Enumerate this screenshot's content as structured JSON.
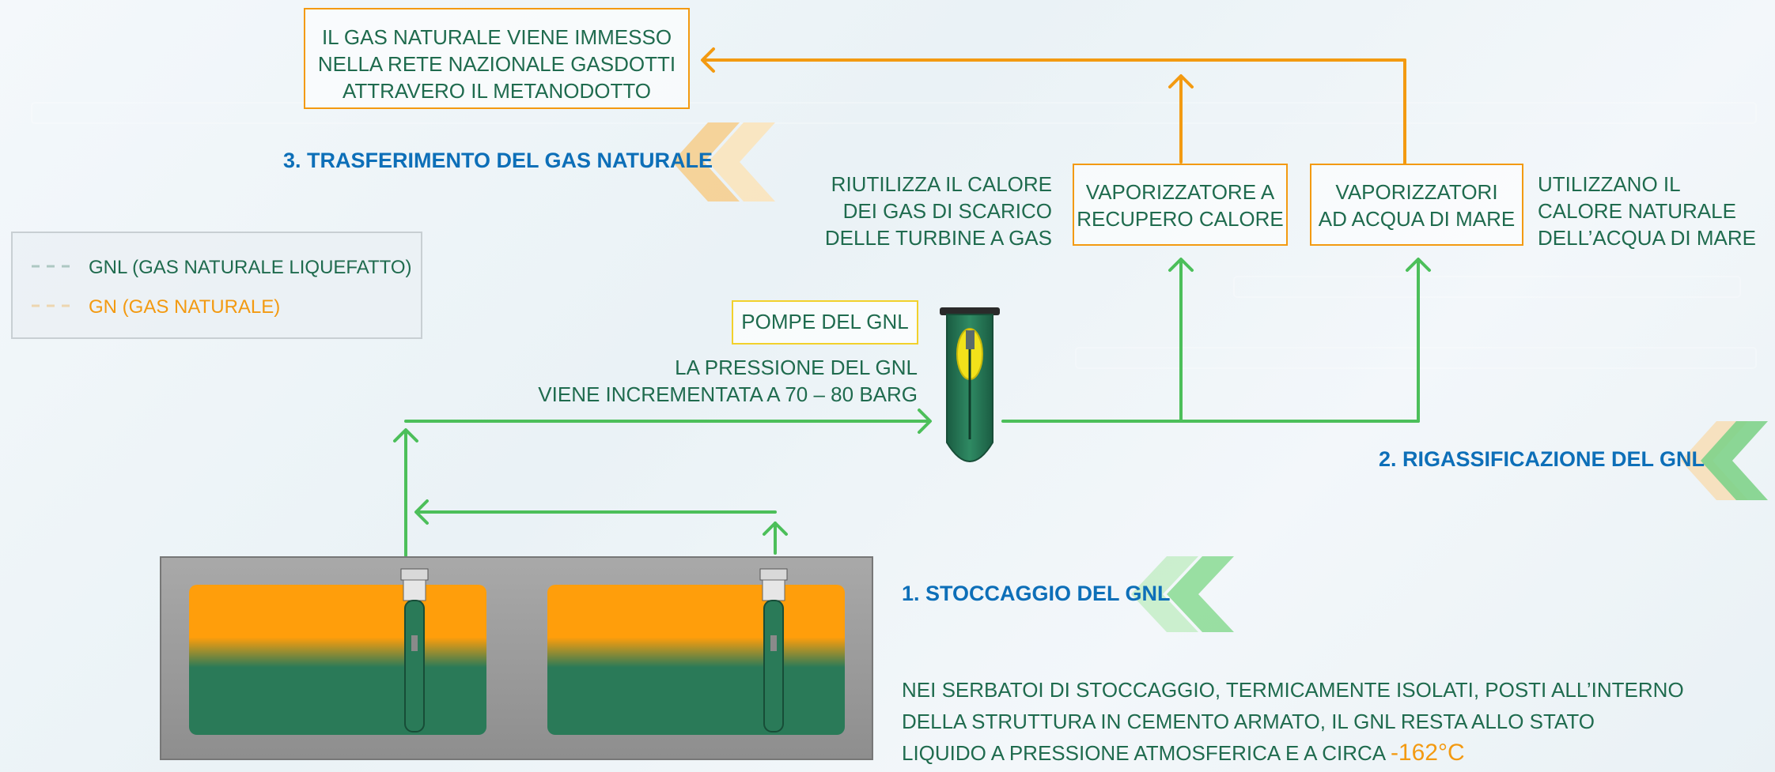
{
  "legend": {
    "gnl_label": "GNL (GAS NATURALE LIQUEFATTO)",
    "gn_label": "GN (GAS NATURALE)"
  },
  "steps": {
    "step1": "1. STOCCAGGIO DEL GNL",
    "step2": "2. RIGASSIFICAZIONE DEL GNL",
    "step3": "3. TRASFERIMENTO DEL GAS NATURALE"
  },
  "boxes": {
    "network_line1": "IL GAS NATURALE VIENE IMMESSO",
    "network_line2": "NELLA RETE NAZIONALE GASDOTTI",
    "network_line3": "ATTRAVERO IL METANODOTTO",
    "pumps": "POMPE DEL GNL",
    "heat_vap_line1": "VAPORIZZATORE A",
    "heat_vap_line2": "RECUPERO CALORE",
    "sea_vap_line1": "VAPORIZZATORI",
    "sea_vap_line2": "AD ACQUA DI MARE"
  },
  "notes": {
    "pressure_line1": "LA PRESSIONE DEL GNL",
    "pressure_line2": "VIENE INCREMENTATA A 70 – 80 BARG",
    "heat_line1": "RIUTILIZZA IL CALORE",
    "heat_line2": "DEI GAS DI SCARICO",
    "heat_line3": "DELLE TURBINE A GAS",
    "sea_line1": "UTILIZZANO IL",
    "sea_line2": "CALORE NATURALE",
    "sea_line3": "DELL’ACQUA DI MARE",
    "storage_line1": "NEI SERBATOI DI STOCCAGGIO, TERMICAMENTE ISOLATI, POSTI ALL’INTERNO",
    "storage_line2": "DELLA STRUTTURA IN CEMENTO ARMATO, IL GNL RESTA ALLO STATO",
    "storage_line3": "LIQUIDO A PRESSIONE ATMOSFERICA E A CIRCA",
    "temperature": "-162°C"
  },
  "colors": {
    "gnl": "#4cbf5a",
    "gn": "#f39a11",
    "step_blue": "#0d6fb8",
    "text_green": "#1f6b4e"
  }
}
